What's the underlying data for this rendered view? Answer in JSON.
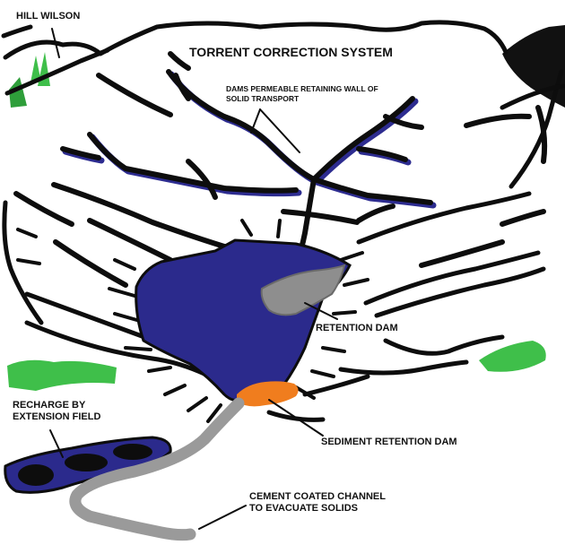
{
  "diagram": {
    "title": "TORRENT CORRECTION SYSTEM",
    "labels": {
      "hill": "HILL WILSON",
      "dams_line1": "DAMS PERMEABLE RETAINING WALL OF",
      "dams_line2": "SOLID TRANSPORT",
      "retention_dam": "RETENTION DAM",
      "recharge_line1": "RECHARGE BY",
      "recharge_line2": "EXTENSION FIELD",
      "sediment_dam": "SEDIMENT RETENTION DAM",
      "channel_line1": "CEMENT COATED CHANNEL",
      "channel_line2": "TO EVACUATE SOLIDS"
    },
    "colors": {
      "ink": "#0d0d0d",
      "water": "#2b2a8c",
      "retention_dam": "#8e8e8e",
      "sediment_dam": "#f07d1e",
      "channel": "#9a9a9a",
      "vegetation": "#3fbf4a",
      "rock": "#111111"
    }
  }
}
